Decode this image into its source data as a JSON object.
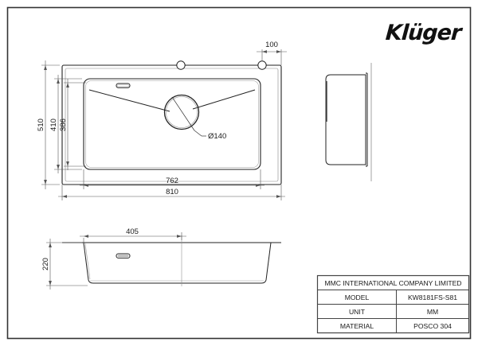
{
  "document": {
    "kind": "technical-drawing",
    "brand": "Klüger",
    "border_color": "#333333",
    "line_color": "#222222",
    "thin_line_color": "#555555"
  },
  "views": {
    "top_view": {
      "name": "top-view",
      "dimensions": {
        "overall_width": "810",
        "bowl_width": "762",
        "overall_depth": "510",
        "inner_depth_1": "410",
        "inner_depth_2": "386",
        "faucet_hole_offset": "100",
        "drain_diameter": "Ø140"
      }
    },
    "side_view": {
      "name": "side-view"
    },
    "front_view": {
      "name": "front-view",
      "dimensions": {
        "bowl_depth_width": "405",
        "bowl_height": "220"
      }
    }
  },
  "title_block": {
    "company": "MMC INTERNATIONAL COMPANY LIMITED",
    "rows": [
      {
        "label": "MODEL",
        "value": "KW8181FS-S81"
      },
      {
        "label": "UNIT",
        "value": "MM"
      },
      {
        "label": "MATERIAL",
        "value": "POSCO 304"
      }
    ]
  }
}
